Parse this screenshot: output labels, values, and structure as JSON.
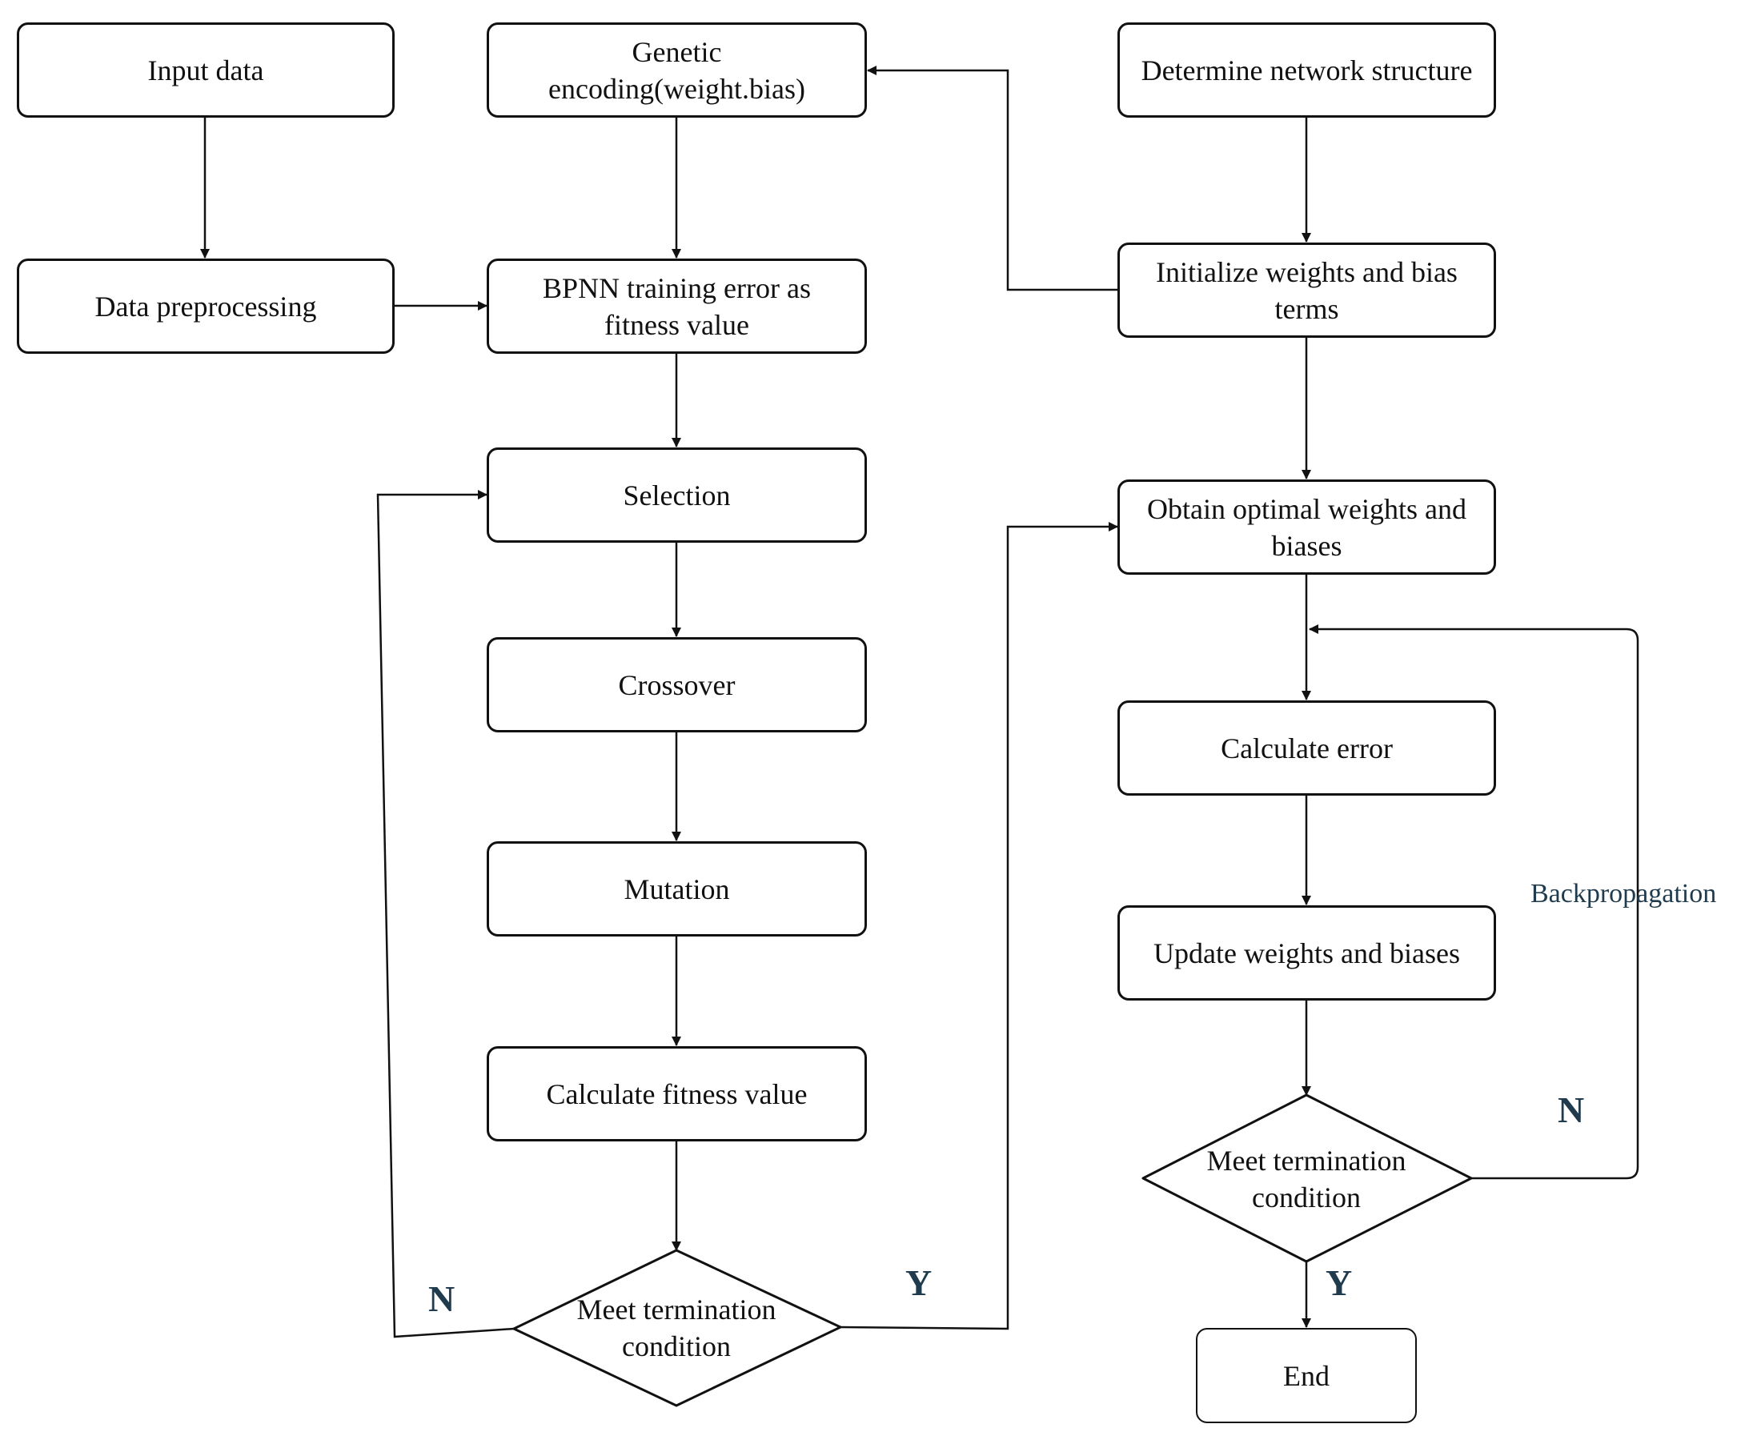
{
  "flowchart": {
    "boxes": {
      "input_data": "Input data",
      "data_preprocessing": "Data preprocessing",
      "genetic_encoding": "Genetic\nencoding(weight.bias)",
      "bpnn_training_error": "BPNN training error as\nfitness value",
      "selection": "Selection",
      "crossover": "Crossover",
      "mutation": "Mutation",
      "calculate_fitness": "Calculate fitness value",
      "determine_network": "Determine network structure",
      "initialize_weights": "Initialize weights and bias\nterms",
      "obtain_optimal": "Obtain optimal weights and\nbiases",
      "calculate_error": "Calculate error",
      "update_weights": "Update weights and biases",
      "end": "End"
    },
    "decisions": {
      "ga_termination": "Meet termination\ncondition",
      "bp_termination": "Meet termination\ncondition"
    },
    "labels": {
      "ga_no": "N",
      "ga_yes": "Y",
      "bp_no": "N",
      "bp_yes": "Y",
      "backpropagation": "Backpropagation"
    }
  },
  "colors": {
    "stroke": "#111111",
    "label_text": "#1f3b4d"
  }
}
